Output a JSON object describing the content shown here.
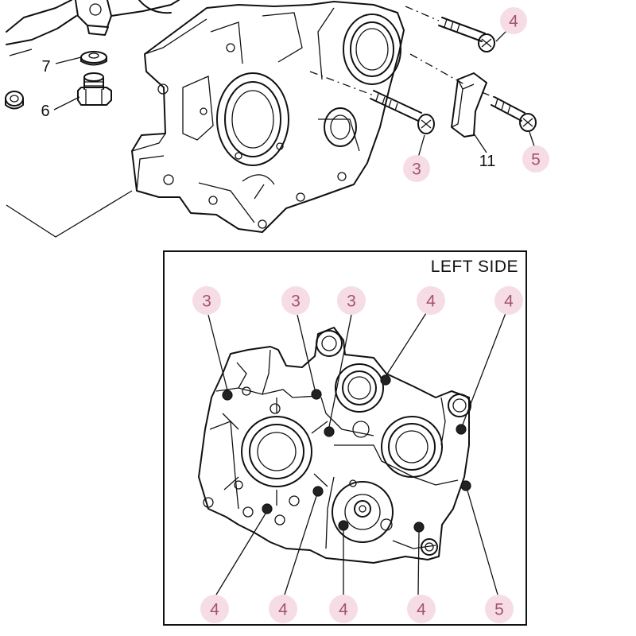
{
  "inset": {
    "title": "LEFT SIDE"
  },
  "parts": [
    {
      "id": "p7",
      "number": "7"
    },
    {
      "id": "p6",
      "number": "6"
    },
    {
      "id": "p11",
      "number": "11"
    }
  ],
  "callouts_top": [
    {
      "id": "t4",
      "number": "4"
    },
    {
      "id": "t3",
      "number": "3"
    },
    {
      "id": "t5",
      "number": "5"
    }
  ],
  "callouts_inset_top": [
    {
      "number": "3"
    },
    {
      "number": "3"
    },
    {
      "number": "3"
    },
    {
      "number": "4"
    },
    {
      "number": "4"
    }
  ],
  "callouts_inset_bottom": [
    {
      "number": "4"
    },
    {
      "number": "4"
    },
    {
      "number": "4"
    },
    {
      "number": "4"
    },
    {
      "number": "5"
    }
  ],
  "colors": {
    "callout_bg": "#f6dde5",
    "callout_text": "#a4536a",
    "line": "#111111"
  }
}
